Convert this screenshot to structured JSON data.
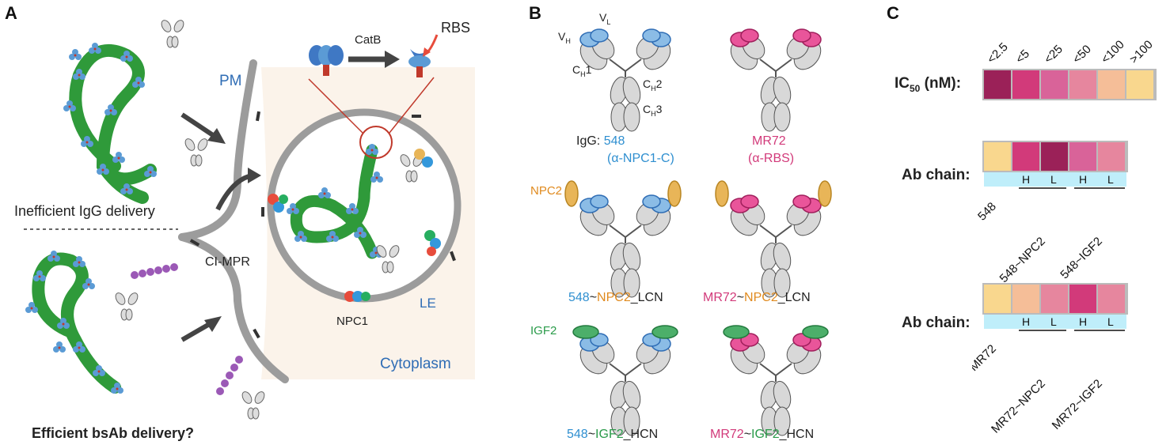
{
  "panels": {
    "a": "A",
    "b": "B",
    "c": "C"
  },
  "panel_a": {
    "pm": "PM",
    "catb": "CatB",
    "rbs": "RBS",
    "inefficient": "Inefficient IgG delivery",
    "efficient": "Efficient bsAb delivery?",
    "cimpr": "CI-MPR",
    "le": "LE",
    "npc1": "NPC1",
    "cytoplasm": "Cytoplasm"
  },
  "panel_b": {
    "vh": "V",
    "vh_sub": "H",
    "vl": "V",
    "vl_sub": "L",
    "ch1": "C",
    "ch1_sub": "H",
    "ch1_suffix": "1",
    "ch2": "C",
    "ch2_sub": "H",
    "ch2_suffix": "2",
    "ch3": "C",
    "ch3_sub": "H",
    "ch3_suffix": "3",
    "igg_prefix": "IgG:",
    "ab548": "548",
    "ab548_target": "(α-NPC1-C)",
    "mr72": "MR72",
    "mr72_target": "(α-RBS)",
    "npc2_tag": "NPC2",
    "igf2_tag": "IGF2",
    "constructs": [
      {
        "parent": "548",
        "sep": "~",
        "fusion": "NPC2",
        "suffix": "_LCN"
      },
      {
        "parent": "MR72",
        "sep": "~",
        "fusion": "NPC2",
        "suffix": "_LCN"
      },
      {
        "parent": "548",
        "sep": "~",
        "fusion": "IGF2",
        "suffix": "_HCN"
      },
      {
        "parent": "MR72",
        "sep": "~",
        "fusion": "IGF2",
        "suffix": "_HCN"
      }
    ]
  },
  "panel_c": {
    "ic50_label": "IC",
    "ic50_sub": "50",
    "ic50_unit": " (nM):",
    "legend": [
      {
        "label": "<2.5",
        "color": "#9b2158"
      },
      {
        "label": "<5",
        "color": "#d23a7a"
      },
      {
        "label": "<25",
        "color": "#d96399"
      },
      {
        "label": "<50",
        "color": "#e6869e"
      },
      {
        "label": "<100",
        "color": "#f5be98"
      },
      {
        "label": ">100",
        "color": "#f9d78e"
      }
    ],
    "rows": [
      {
        "label": "Ab chain:",
        "colors": [
          "#f9d78e",
          "#d23a7a",
          "#9b2158",
          "#d96399",
          "#e6869e"
        ],
        "chains": [
          "H",
          "L",
          "H",
          "L"
        ],
        "names": [
          "548",
          "548~NPC2",
          "548~IGF2"
        ]
      },
      {
        "label": "Ab chain:",
        "colors": [
          "#f9d78e",
          "#f5be98",
          "#e6869e",
          "#d23a7a",
          "#e6869e"
        ],
        "chains": [
          "H",
          "L",
          "H",
          "L"
        ],
        "names": [
          "MR72",
          "MR72~NPC2",
          "MR72~IGF2"
        ]
      }
    ]
  },
  "colors": {
    "blue_ab": "#5b9bd5",
    "pink_ab": "#d23a7a",
    "npc2": "#e8b558",
    "igf2": "#4caf6a",
    "virus_green": "#2f9a3a",
    "membrane": "#9c9c9c",
    "row_bg": "#bfeefa"
  }
}
